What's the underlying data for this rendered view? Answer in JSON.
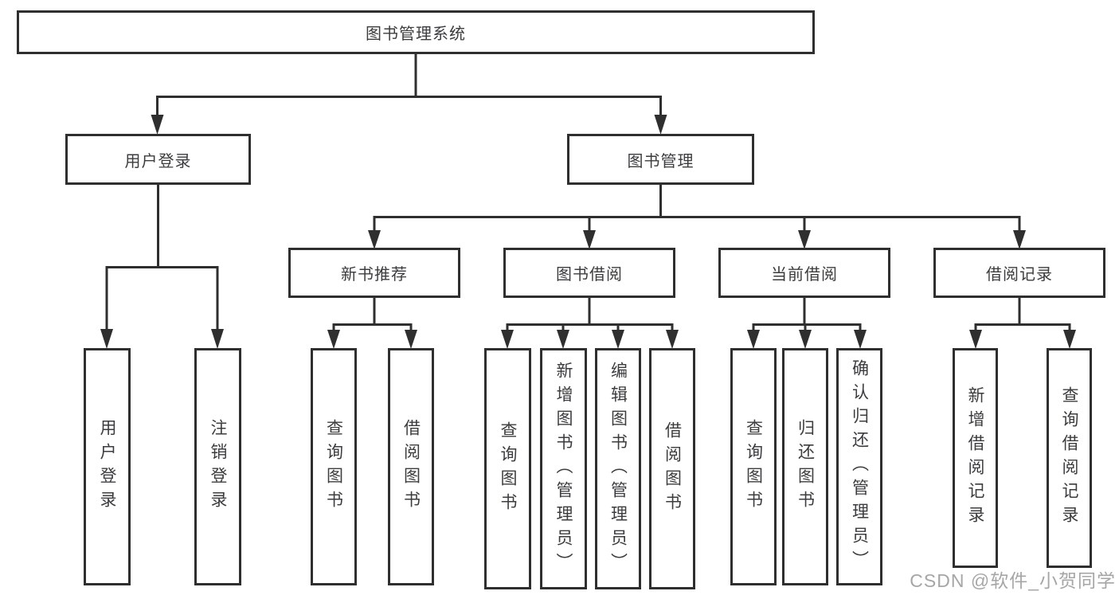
{
  "diagram": {
    "root": {
      "label": "图书管理系统"
    },
    "level2": [
      {
        "id": "user-login",
        "label": "用户登录"
      },
      {
        "id": "book-management",
        "label": "图书管理"
      }
    ],
    "level3": [
      {
        "id": "new-book-recommend",
        "label": "新书推荐",
        "parent": "图书管理"
      },
      {
        "id": "book-borrow",
        "label": "图书借阅",
        "parent": "图书管理"
      },
      {
        "id": "current-borrow",
        "label": "当前借阅",
        "parent": "图书管理"
      },
      {
        "id": "borrow-records",
        "label": "借阅记录",
        "parent": "图书管理"
      }
    ],
    "leaves": [
      {
        "parent": "用户登录",
        "label": "用户登录"
      },
      {
        "parent": "用户登录",
        "label": "注销登录"
      },
      {
        "parent": "新书推荐",
        "label": "查询图书"
      },
      {
        "parent": "新书推荐",
        "label": "借阅图书"
      },
      {
        "parent": "图书借阅",
        "label": "查询图书"
      },
      {
        "parent": "图书借阅",
        "label": "新增图书（管理员）"
      },
      {
        "parent": "图书借阅",
        "label": "编辑图书（管理员）"
      },
      {
        "parent": "图书借阅",
        "label": "借阅图书"
      },
      {
        "parent": "当前借阅",
        "label": "查询图书"
      },
      {
        "parent": "当前借阅",
        "label": "归还图书"
      },
      {
        "parent": "当前借阅",
        "label": "确认归还（管理员）"
      },
      {
        "parent": "借阅记录",
        "label": "新增借阅记录"
      },
      {
        "parent": "借阅记录",
        "label": "查询借阅记录"
      }
    ],
    "watermark": "CSDN @软件_小贺同学",
    "colors": {
      "line": "#2f2f2f",
      "text": "#3c3c3e",
      "watermark": "#a6a6a6",
      "background": "#ffffff"
    }
  }
}
